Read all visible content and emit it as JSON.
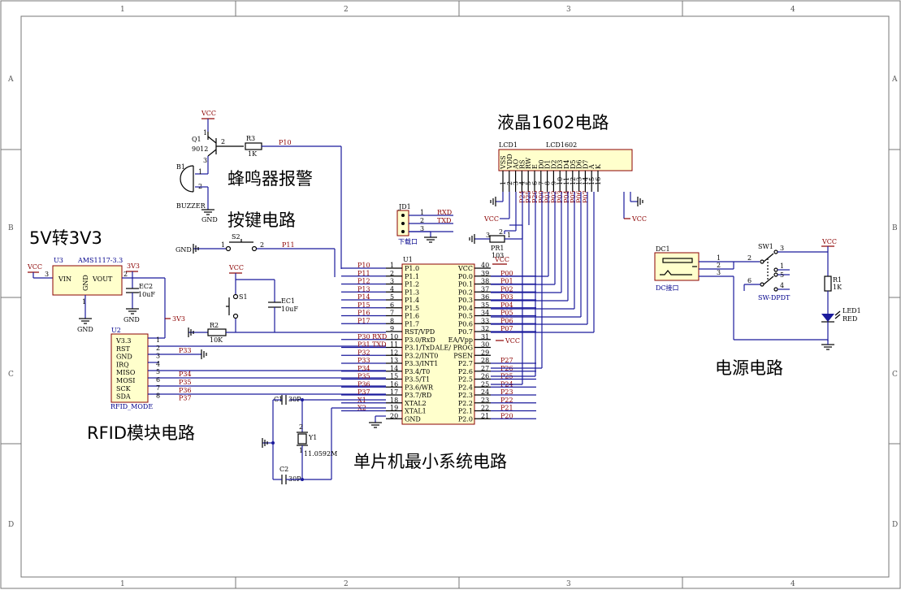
{
  "titles": {
    "buzzer": "蜂鸣器报警",
    "keys": "按键电路",
    "lcd": "液晶1602电路",
    "v33": "5V转3V3",
    "rfid": "RFID模块电路",
    "mcu": "单片机最小系统电路",
    "power": "电源电路"
  },
  "zones": {
    "cols": [
      "1",
      "2",
      "3",
      "4"
    ],
    "rows": [
      "A",
      "B",
      "C",
      "D"
    ]
  },
  "buzzer": {
    "vcc": "VCC",
    "q1": "Q1",
    "q1_type": "9012",
    "r3": "R3",
    "r3_val": "1K",
    "net": "P10",
    "b1": "B1",
    "b1_type": "BUZZER",
    "gnd": "GND",
    "pin1": "1",
    "pin2": "2",
    "pin3": "3"
  },
  "keys": {
    "gnd": "GND",
    "s2": "S2",
    "p11": "P11",
    "vcc": "VCC",
    "s1": "S1",
    "ec1": "EC1",
    "ec1_val": "10uF",
    "r2": "R2",
    "r2_val": "10K",
    "pin1": "1",
    "pin2": "2"
  },
  "regulator": {
    "vcc": "VCC",
    "u3": "U3",
    "part": "AMS1117-3.3",
    "vin": "VIN",
    "vout": "VOUT",
    "gndpin": "GND",
    "v33": "3V3",
    "ec2": "EC2",
    "ec2_val": "10uF",
    "gnd": "GND",
    "pin3": "3",
    "pin2": "2",
    "pin1": "1"
  },
  "rfid": {
    "u2": "U2",
    "mode": "RFID_MODE",
    "v33": "3V3",
    "gnd": "GND",
    "pins": [
      {
        "num": "1",
        "name": "V3.3",
        "net": ""
      },
      {
        "num": "2",
        "name": "RST",
        "net": "P33"
      },
      {
        "num": "3",
        "name": "GND",
        "net": ""
      },
      {
        "num": "4",
        "name": "IRQ",
        "net": ""
      },
      {
        "num": "5",
        "name": "MISO",
        "net": "P34"
      },
      {
        "num": "6",
        "name": "MOSI",
        "net": "P35"
      },
      {
        "num": "7",
        "name": "SCK",
        "net": "P36"
      },
      {
        "num": "8",
        "name": "SDA",
        "net": "P37"
      }
    ]
  },
  "mcu": {
    "u1": "U1",
    "left": [
      {
        "num": "1",
        "name": "P1.0",
        "net": "P10"
      },
      {
        "num": "2",
        "name": "P1.1",
        "net": "P11"
      },
      {
        "num": "3",
        "name": "P1.2",
        "net": "P12"
      },
      {
        "num": "4",
        "name": "P1.3",
        "net": "P13"
      },
      {
        "num": "5",
        "name": "P1.4",
        "net": "P14"
      },
      {
        "num": "6",
        "name": "P1.5",
        "net": "P15"
      },
      {
        "num": "7",
        "name": "P1.6",
        "net": "P16"
      },
      {
        "num": "8",
        "name": "P1.7",
        "net": "P17"
      },
      {
        "num": "9",
        "name": "RST/VPD",
        "net": ""
      },
      {
        "num": "10",
        "name": "P3.0/RxD",
        "net": "P30  RXD"
      },
      {
        "num": "11",
        "name": "P3.1/TxD",
        "net": "P31  TXD"
      },
      {
        "num": "12",
        "name": "P3.2/INT0",
        "net": "P32"
      },
      {
        "num": "13",
        "name": "P3.3/INT1",
        "net": "P33"
      },
      {
        "num": "14",
        "name": "P3.4/T0",
        "net": "P34"
      },
      {
        "num": "15",
        "name": "P3.5/T1",
        "net": "P35"
      },
      {
        "num": "16",
        "name": "P3.6/WR",
        "net": "P36"
      },
      {
        "num": "17",
        "name": "P3.7/RD",
        "net": "P37"
      },
      {
        "num": "18",
        "name": "XTAL2",
        "net": "X1"
      },
      {
        "num": "19",
        "name": "XTAL1",
        "net": "X2"
      },
      {
        "num": "20",
        "name": "GND",
        "net": ""
      }
    ],
    "right": [
      {
        "num": "40",
        "name": "VCC",
        "net": ""
      },
      {
        "num": "39",
        "name": "P0.0",
        "net": "P00"
      },
      {
        "num": "38",
        "name": "P0.1",
        "net": "P01"
      },
      {
        "num": "37",
        "name": "P0.2",
        "net": "P02"
      },
      {
        "num": "36",
        "name": "P0.3",
        "net": "P03"
      },
      {
        "num": "35",
        "name": "P0.4",
        "net": "P04"
      },
      {
        "num": "34",
        "name": "P0.5",
        "net": "P05"
      },
      {
        "num": "33",
        "name": "P0.6",
        "net": "P06"
      },
      {
        "num": "32",
        "name": "P0.7",
        "net": "P07"
      },
      {
        "num": "31",
        "name": "EA/Vpp",
        "net": ""
      },
      {
        "num": "30",
        "name": "ALE/ PROG",
        "net": ""
      },
      {
        "num": "29",
        "name": "PSEN",
        "net": ""
      },
      {
        "num": "28",
        "name": "P2.7",
        "net": "P27"
      },
      {
        "num": "27",
        "name": "P2.6",
        "net": "P26"
      },
      {
        "num": "26",
        "name": "P2.5",
        "net": "P25"
      },
      {
        "num": "25",
        "name": "P2.4",
        "net": "P24"
      },
      {
        "num": "24",
        "name": "P2.3",
        "net": "P23"
      },
      {
        "num": "23",
        "name": "P2.2",
        "net": "P22"
      },
      {
        "num": "22",
        "name": "P2.1",
        "net": "P21"
      },
      {
        "num": "21",
        "name": "P2.0",
        "net": "P20"
      }
    ],
    "vcc": "VCC",
    "vcc31": "VCC",
    "c1": "C1",
    "c1_val": "30P",
    "c2": "C2",
    "c2_val": "30P",
    "y1": "Y1",
    "y1_val": "11.0592M",
    "pin1": "1",
    "pin2": "2"
  },
  "jd1": {
    "ref": "JD1",
    "label": "下载口",
    "pins": [
      {
        "num": "1",
        "net": "RXD"
      },
      {
        "num": "2",
        "net": "TXD"
      },
      {
        "num": "3",
        "net": ""
      }
    ]
  },
  "lcd": {
    "ref": "LCD1",
    "part": "LCD1602",
    "pins": [
      "VSS",
      "VDD",
      "AO",
      "RS",
      "RW",
      "E",
      "D0",
      "D1",
      "D2",
      "D3",
      "D4",
      "D5",
      "D6",
      "D7",
      "A",
      "K"
    ],
    "nums": [
      "1",
      "2",
      "3",
      "4",
      "5",
      "6",
      "7",
      "8",
      "9",
      "10",
      "11",
      "12",
      "13",
      "14",
      "15",
      "16"
    ],
    "nets": [
      "",
      "",
      "",
      "P24",
      "P25",
      "P26",
      "P00",
      "P01",
      "P02",
      "P03",
      "P04",
      "P05",
      "P06",
      "P07",
      "",
      ""
    ],
    "vcc": "VCC",
    "vcc16": "VCC",
    "pr1": "PR1",
    "pr1_val": "103",
    "pr_pin1": "1",
    "pr_pin2": "2",
    "pr_pin3": "3"
  },
  "power": {
    "dc1": "DC1",
    "dc_label": "DC接口",
    "sw1": "SW1",
    "sw_type": "SW-DPDT",
    "vcc": "VCC",
    "r1": "R1",
    "r1_val": "1K",
    "led1": "LED1",
    "led_color": "RED",
    "pins": [
      "1",
      "2",
      "3",
      "1",
      "2",
      "3",
      "4",
      "5",
      "6"
    ]
  }
}
